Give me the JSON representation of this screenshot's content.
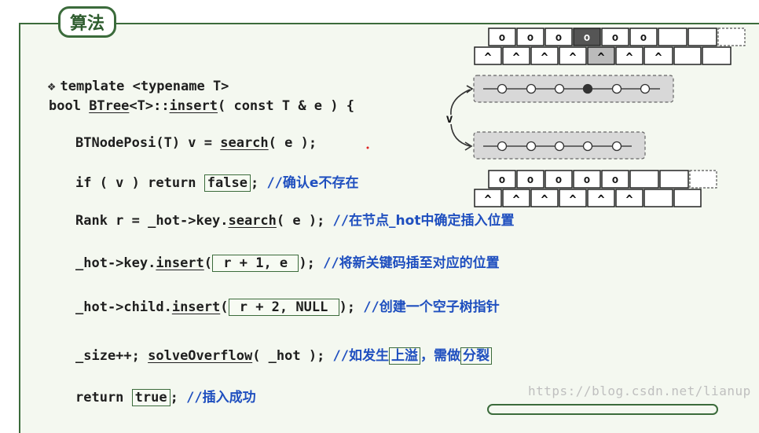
{
  "title": "算法",
  "code": {
    "l1": {
      "bullet": "❖",
      "text": "template <typename T>"
    },
    "l2": {
      "a": "bool ",
      "b": "BTree",
      "c": "<T>::",
      "d": "insert",
      "e": "( const T & e ) {"
    },
    "l3": {
      "a": "BTNodePosi(T) v = ",
      "b": "search",
      "c": "( e );"
    },
    "l4": {
      "a": "if ( v ) return ",
      "box": "false",
      "c": "; ",
      "slashes": "//",
      "cn": "确认e不存在"
    },
    "l5": {
      "a": "Rank r = _hot->key.",
      "b": "search",
      "c": "( e ); ",
      "slashes": "//",
      "cn": "在节点_hot中确定插入位置"
    },
    "l6": {
      "a": "_hot->key.",
      "b": "insert",
      "c": "(",
      "box": " r + 1, e ",
      "d": "); ",
      "slashes": "//",
      "cn": "将新关键码插至对应的位置"
    },
    "l7": {
      "a": "_hot->child.",
      "b": "insert",
      "c": "(",
      "box": " r + 2, NULL ",
      "d": "); ",
      "slashes": "//",
      "cn": "创建一个空子树指针"
    },
    "l8": {
      "a": "_size++; ",
      "b": "solveOverflow",
      "c": "( _hot ); ",
      "slashes": "//",
      "cn1": "如发生",
      "box1": "上溢",
      "cn2": "，需做",
      "box2": "分裂"
    },
    "l9": {
      "a": "return ",
      "box": "true",
      "c": "; ",
      "slashes": "//",
      "cn": "插入成功"
    }
  },
  "diagram": {
    "v_label": "v",
    "key_symbol": "o",
    "ptr_symbol": "^",
    "top_keys": [
      "o",
      "o",
      "o",
      "o",
      "o",
      "o"
    ],
    "top_ptrs": [
      "^",
      "^",
      "^",
      "^",
      "^",
      "^",
      "^"
    ],
    "bottom_keys": [
      "o",
      "o",
      "o",
      "o",
      "o"
    ],
    "bottom_ptrs": [
      "^",
      "^",
      "^",
      "^",
      "^",
      "^"
    ]
  },
  "watermark": "https://blog.csdn.net/lianup"
}
